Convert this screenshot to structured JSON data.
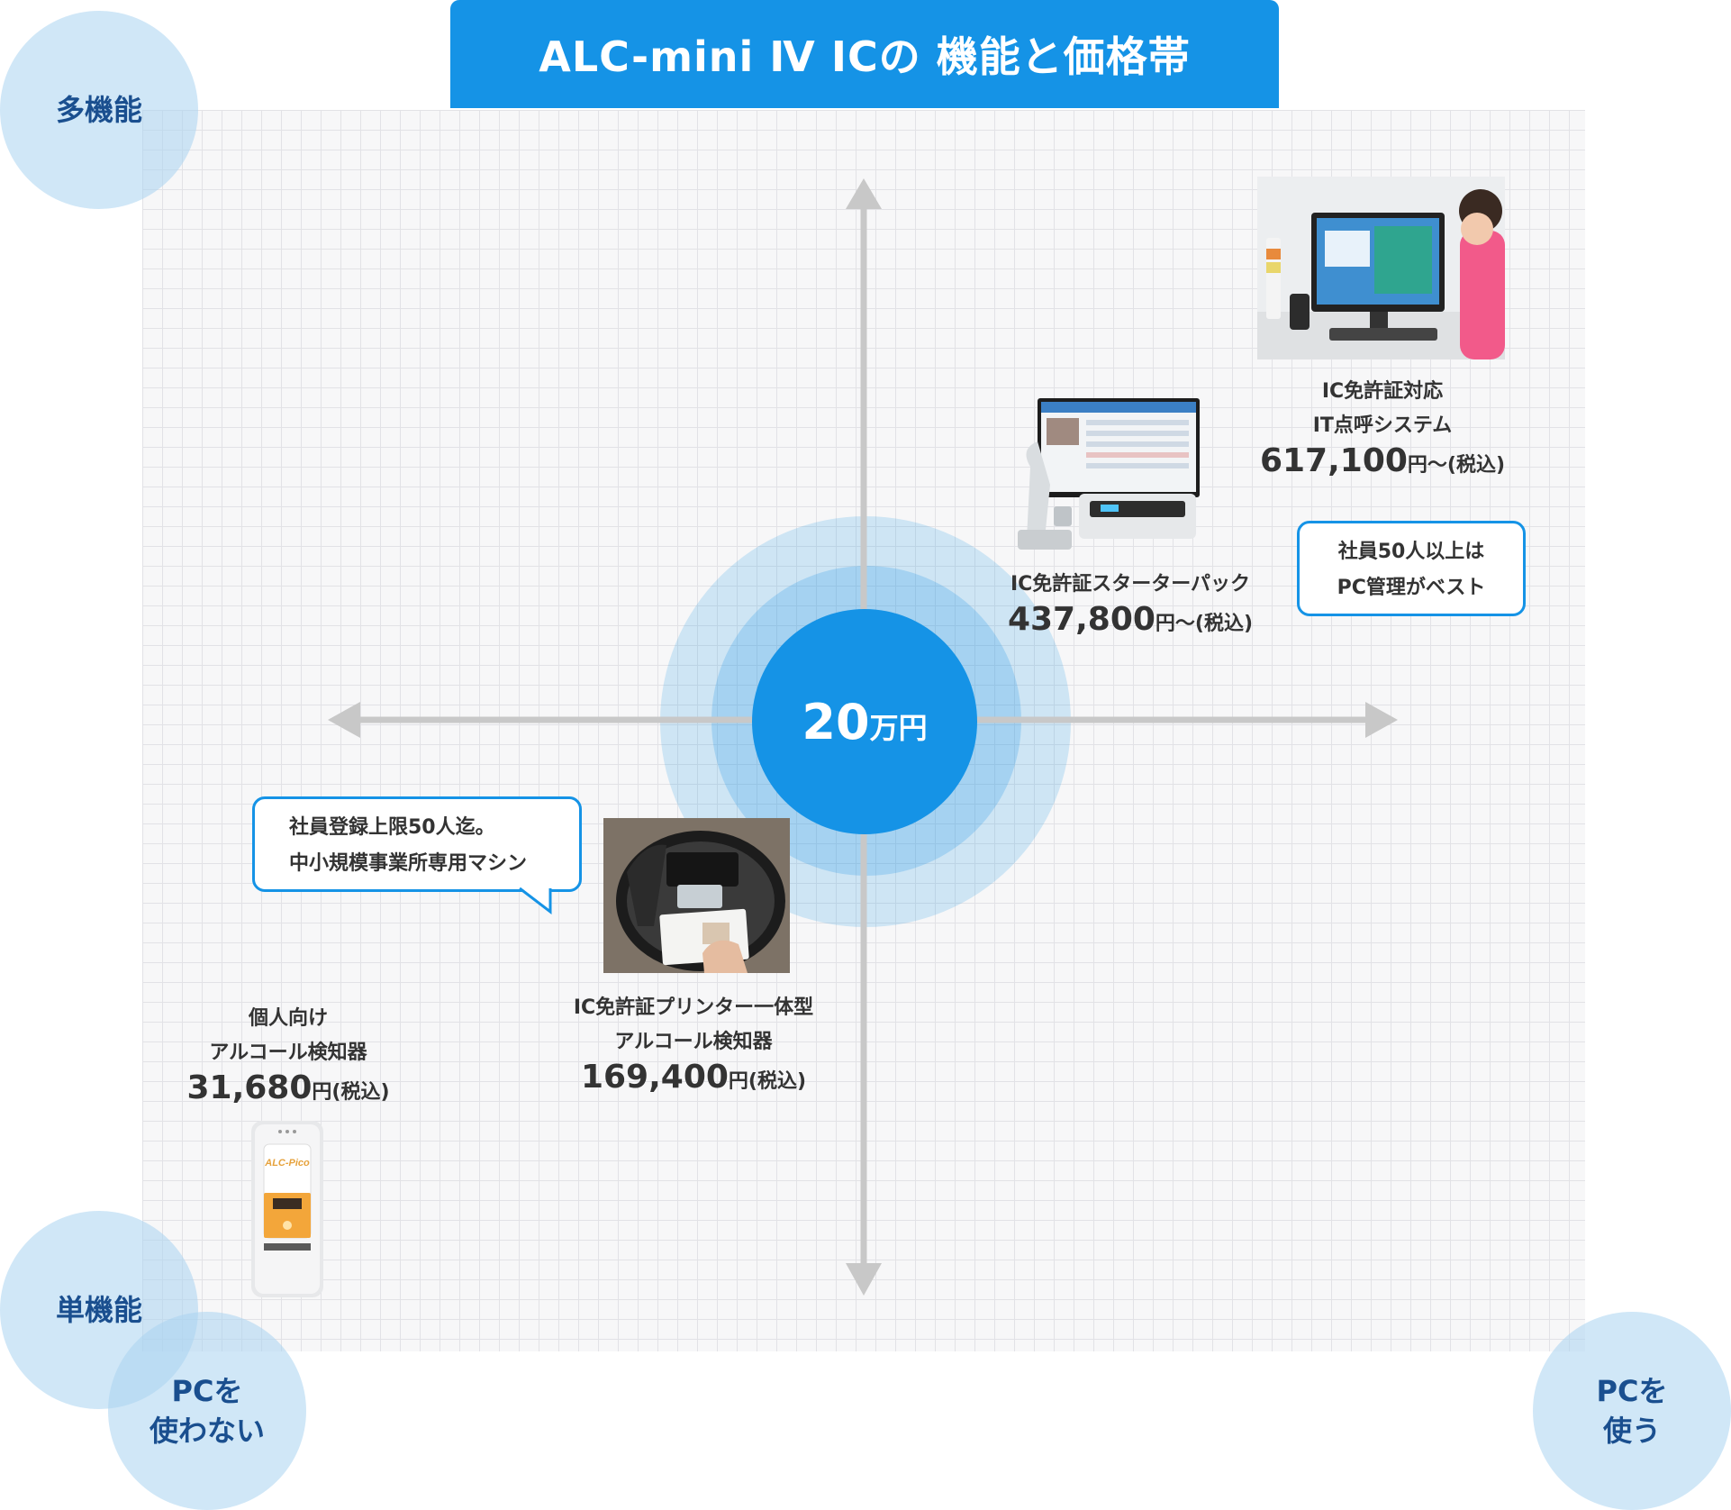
{
  "title": "ALC-mini Ⅳ ICの 機能と価格帯",
  "corners": {
    "top_left": "多機能",
    "bottom_left": "単機能",
    "no_pc": "PCを\n使わない",
    "use_pc": "PCを\n使う"
  },
  "center": {
    "value": "20",
    "unit": "万円"
  },
  "products": [
    {
      "line1": "IC免許証対応",
      "line2": "IT点呼システム",
      "price": "617,100",
      "suffix": "円〜(税込)"
    },
    {
      "line1": "IC免許証スターターパック",
      "line2": "",
      "price": "437,800",
      "suffix": "円〜(税込)"
    },
    {
      "line1": "IC免許証プリンター一体型",
      "line2": "アルコール検知器",
      "price": "169,400",
      "suffix": "円(税込)"
    },
    {
      "line1": "個人向け",
      "line2": "アルコール検知器",
      "price": "31,680",
      "suffix": "円(税込)"
    }
  ],
  "callouts": {
    "pc": {
      "line1": "社員50人以上は",
      "line2": "PC管理がベスト"
    },
    "small": {
      "line1": "社員登録上限50人迄。",
      "line2": "中小規模事業所専用マシン"
    }
  },
  "device_label": "ALC-Pico",
  "colors": {
    "accent": "#1593e6",
    "corner_text": "#1a4f8f",
    "axis": "#c8c8c8"
  }
}
